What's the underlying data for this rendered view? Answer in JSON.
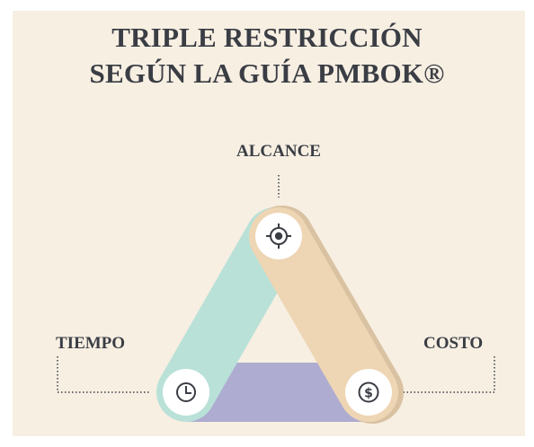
{
  "title": {
    "line1": "TRIPLE RESTRICCIÓN",
    "line2": "SEGÚN LA GUÍA PMBOK®"
  },
  "nodes": {
    "scope": {
      "label": "ALCANCE",
      "icon": "target-icon",
      "color": "#eed5b3"
    },
    "time": {
      "label": "TIEMPO",
      "icon": "clock-icon",
      "color": "#b9e1d8"
    },
    "cost": {
      "label": "COSTO",
      "icon": "dollar-coin-icon",
      "color": "#aeacd0"
    }
  },
  "colors": {
    "background": "#f7efe2",
    "text": "#3a3d44"
  }
}
